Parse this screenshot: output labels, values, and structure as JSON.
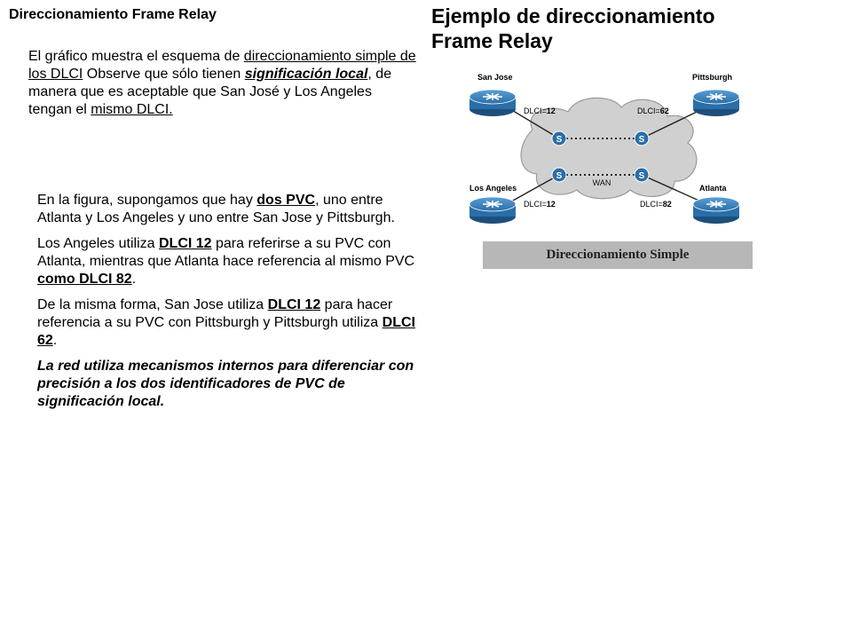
{
  "slide_label": "Direccionamiento Frame Relay",
  "title_line1": "Ejemplo de direccionamiento",
  "title_line2": "Frame Relay",
  "intro": {
    "t1": "El gráfico muestra el esquema de ",
    "u1": "direccionamiento simple de los DLCI",
    "t2": " Observe que sólo tienen ",
    "u2": "significación local",
    "t3": ", de manera que es aceptable que San José y Los Angeles tengan el ",
    "u3": "mismo DLCI.",
    "t4": ""
  },
  "p1": {
    "t1": "En la figura, supongamos que hay ",
    "u1": "dos PVC",
    "t2": ", uno entre Atlanta y Los Angeles y uno entre San Jose y Pittsburgh."
  },
  "p2": {
    "t1": "Los Angeles utiliza ",
    "u1": "DLCI 12",
    "t2": " para referirse a su PVC con Atlanta, mientras que Atlanta hace referencia al mismo PVC ",
    "u2": "como DLCI 82",
    "t3": "."
  },
  "p3": {
    "t1": "De la misma forma, San Jose utiliza ",
    "u1": "DLCI 12",
    "t2": " para hacer referencia a su PVC con Pittsburgh y Pittsburgh utiliza ",
    "u2": "DLCI 62",
    "t3": "."
  },
  "p4": "La red utiliza mecanismos internos para diferenciar con precisión a los dos identificadores de PVC de significación local.",
  "diagram": {
    "routers": {
      "san_jose": "San Jose",
      "pittsburgh": "Pittsburgh",
      "los_angeles": "Los Angeles",
      "atlanta": "Atlanta"
    },
    "dlci": {
      "san_jose": {
        "prefix": "DLCI=",
        "value": "12"
      },
      "pittsburgh": {
        "prefix": "DLCI=",
        "value": "62"
      },
      "los_angeles": {
        "prefix": "DLCI=",
        "value": "12"
      },
      "atlanta": {
        "prefix": "DLCI=",
        "value": "82"
      }
    },
    "switch_label": "S",
    "cloud_label": "WAN"
  },
  "caption": "Direccionamiento Simple",
  "colors": {
    "router_blue": "#2a6ea8",
    "cloud_fill": "#d0d0d0",
    "switch_blue": "#2a6ea8",
    "caption_bar": "#b7b7b7"
  }
}
